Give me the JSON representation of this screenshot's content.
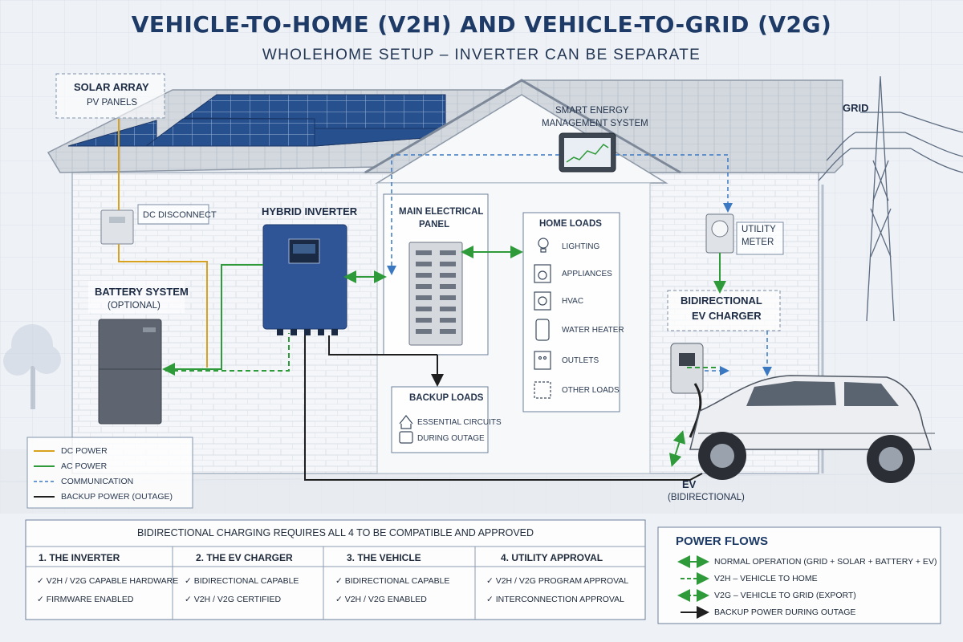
{
  "title": "VEHICLE-TO-HOME (V2H) AND VEHICLE-TO-GRID (V2G)",
  "subtitle": "WHOLEHOME SETUP – INVERTER CAN BE SEPARATE",
  "components": {
    "solar_array": "SOLAR ARRAY",
    "solar_sub": "PV PANELS",
    "dc_disconnect": "DC DISCONNECT",
    "hybrid_inverter": "HYBRID INVERTER",
    "battery_system": "BATTERY SYSTEM",
    "battery_sub": "(OPTIONAL)",
    "smart_energy_1": "SMART ENERGY",
    "smart_energy_2": "MANAGEMENT SYSTEM",
    "main_panel_1": "MAIN ELECTRICAL",
    "main_panel_2": "PANEL",
    "grid": "GRID",
    "utility_meter_1": "UTILITY",
    "utility_meter_2": "METER",
    "ev_charger_1": "BIDIRECTIONAL",
    "ev_charger_2": "EV CHARGER",
    "ev": "EV",
    "ev_sub": "(BIDIRECTIONAL)"
  },
  "home_loads": {
    "title": "HOME LOADS",
    "items": [
      "LIGHTING",
      "APPLIANCES",
      "HVAC",
      "WATER HEATER",
      "OUTLETS",
      "OTHER LOADS"
    ]
  },
  "backup_loads": {
    "title": "BACKUP LOADS",
    "items": [
      "ESSENTIAL CIRCUITS",
      "DURING OUTAGE"
    ]
  },
  "legend": [
    "DC POWER",
    "AC POWER",
    "COMMUNICATION",
    "BACKUP POWER (OUTAGE)"
  ],
  "requirements": {
    "title": "BIDIRECTIONAL CHARGING REQUIRES ALL 4 TO BE COMPATIBLE AND APPROVED",
    "columns": [
      {
        "header": "1. THE INVERTER",
        "items": [
          "✓ V2H / V2G CAPABLE HARDWARE",
          "✓ FIRMWARE ENABLED"
        ]
      },
      {
        "header": "2. THE EV CHARGER",
        "items": [
          "✓ BIDIRECTIONAL CAPABLE",
          "✓ V2H / V2G CERTIFIED"
        ]
      },
      {
        "header": "3. THE VEHICLE",
        "items": [
          "✓ BIDIRECTIONAL CAPABLE",
          "✓ V2H / V2G ENABLED"
        ]
      },
      {
        "header": "4. UTILITY APPROVAL",
        "items": [
          "✓ V2H / V2G PROGRAM APPROVAL",
          "✓ INTERCONNECTION APPROVAL"
        ]
      }
    ]
  },
  "power_flows": {
    "title": "POWER FLOWS",
    "items": [
      "NORMAL OPERATION (GRID + SOLAR + BATTERY + EV)",
      "V2H – VEHICLE TO HOME",
      "V2G – VEHICLE TO GRID (EXPORT)",
      "BACKUP POWER DURING OUTAGE"
    ]
  },
  "colors": {
    "dc": "#d9a21e",
    "ac": "#2f9a3a",
    "comm": "#3a78c2",
    "backup": "#1f1f1f",
    "title": "#1d3b66",
    "inverter": "#2f5597"
  }
}
